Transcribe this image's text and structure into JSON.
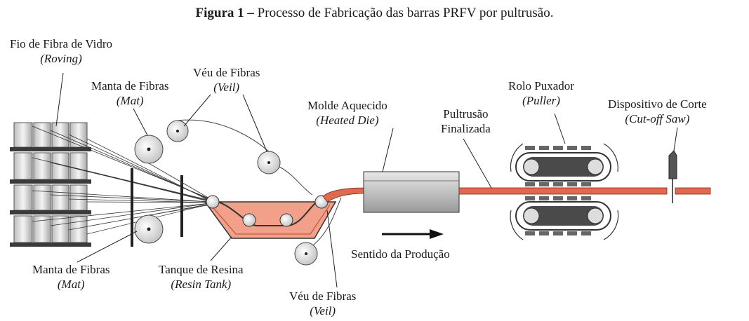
{
  "caption": {
    "bold": "Figura 1 –",
    "text": "Processo de Fabricação das barras PRFV por pultrusão."
  },
  "labels": {
    "roving": {
      "pt": "Fio de Fibra de Vidro",
      "en": "(Roving)"
    },
    "mat_top": {
      "pt": "Manta de Fibras",
      "en": "(Mat)"
    },
    "veil_top": {
      "pt": "Véu de Fibras",
      "en": "(Veil)"
    },
    "die": {
      "pt": "Molde Aquecido",
      "en": "(Heated Die)"
    },
    "finished": {
      "pt": "Pultrusão",
      "pt2": "Finalizada"
    },
    "puller": {
      "pt": "Rolo Puxador",
      "en": "(Puller)"
    },
    "saw": {
      "pt": "Dispositivo de Corte",
      "en": "(Cut-off Saw)"
    },
    "mat_bot": {
      "pt": "Manta de Fibras",
      "en": "(Mat)"
    },
    "tank": {
      "pt": "Tanque de Resina",
      "en": "(Resin Tank)"
    },
    "veil_bot": {
      "pt": "Véu de Fibras",
      "en": "(Veil)"
    },
    "direction": {
      "pt": "Sentido da Produção"
    }
  },
  "colors": {
    "profile": "#e06a4e",
    "resin": "#f2a08a",
    "steel": "#d4d4d4",
    "dark": "#3a3a3a"
  }
}
